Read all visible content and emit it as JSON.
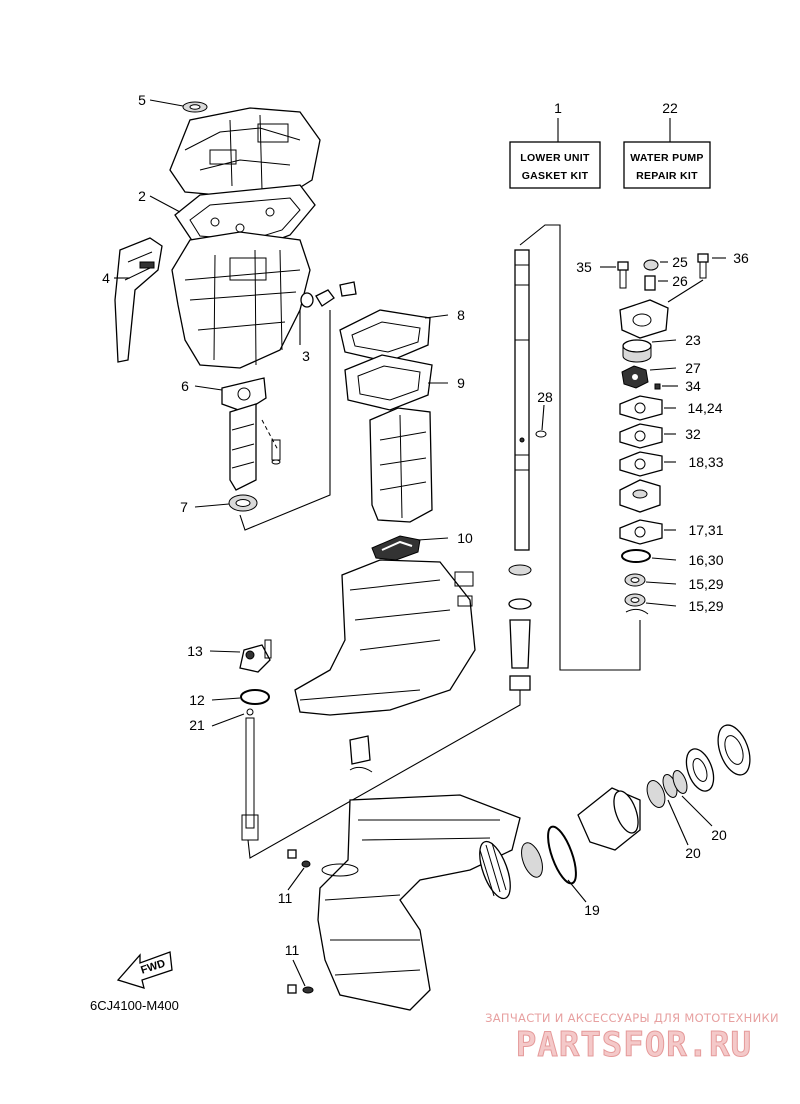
{
  "callouts": {
    "c1": "1",
    "c2": "2",
    "c3": "3",
    "c4": "4",
    "c5": "5",
    "c6": "6",
    "c7": "7",
    "c8": "8",
    "c9": "9",
    "c10": "10",
    "c11a": "11",
    "c11b": "11",
    "c12": "12",
    "c13": "13",
    "c15_29a": "15,29",
    "c15_29b": "15,29",
    "c16_30": "16,30",
    "c17_31": "17,31",
    "c18_33": "18,33",
    "c14_24": "14,24",
    "c19": "19",
    "c20a": "20",
    "c20b": "20",
    "c21": "21",
    "c22": "22",
    "c23": "23",
    "c25": "25",
    "c26": "26",
    "c27": "27",
    "c28": "28",
    "c32": "32",
    "c34": "34",
    "c35": "35",
    "c36": "36"
  },
  "kits": {
    "gasket_line1": "LOWER UNIT",
    "gasket_line2": "GASKET KIT",
    "pump_line1": "WATER PUMP",
    "pump_line2": "REPAIR KIT"
  },
  "fwd_label": "FWD",
  "diagram_ref": "6CJ4100-M400",
  "watermark": {
    "tagline": "ЗАПЧАСТИ И АКСЕССУАРЫ ДЛЯ МОТОТЕХНИКИ",
    "logo": "PARTSFOR.RU"
  }
}
